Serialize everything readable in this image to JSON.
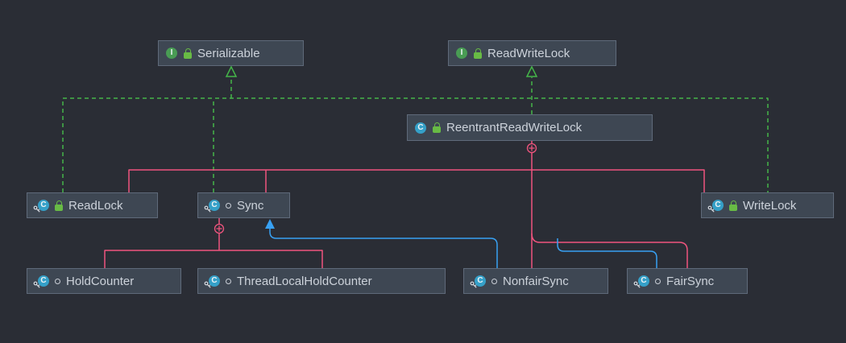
{
  "diagram": {
    "title": "ReentrantReadWriteLock class hierarchy",
    "tool": "UML class diagram",
    "colors": {
      "background": "#2a2d35",
      "node_fill": "#3e4753",
      "node_border": "#5f6a7a",
      "node_text": "#ccd2da",
      "implements_edge": "#44b549",
      "extends_edge": "#38a1f3",
      "inner_class_edge": "#f0547e",
      "class_icon": "#35a0c8",
      "interface_icon": "#499c54",
      "public_lock": "#68bb45"
    }
  },
  "nodes": [
    {
      "label": "Serializable",
      "kind": "interface",
      "visibility": "public",
      "icon": "interface-icon",
      "visibility_icon": "padlock-icon"
    },
    {
      "label": "ReadWriteLock",
      "kind": "interface",
      "visibility": "public",
      "icon": "interface-icon",
      "visibility_icon": "padlock-icon"
    },
    {
      "label": "ReentrantReadWriteLock",
      "kind": "class",
      "visibility": "public",
      "icon": "class-icon",
      "visibility_icon": "padlock-icon"
    },
    {
      "label": "ReadLock",
      "kind": "nested-class",
      "visibility": "public",
      "icon": "class-icon",
      "modifier_icon": "key-icon",
      "visibility_icon": "padlock-icon"
    },
    {
      "label": "Sync",
      "kind": "nested-class",
      "visibility": "package-private",
      "icon": "class-icon",
      "modifier_icon": "key-icon",
      "visibility_icon": "circle-icon"
    },
    {
      "label": "WriteLock",
      "kind": "nested-class",
      "visibility": "public",
      "icon": "class-icon",
      "modifier_icon": "key-icon",
      "visibility_icon": "padlock-icon"
    },
    {
      "label": "HoldCounter",
      "kind": "nested-class",
      "visibility": "package-private",
      "icon": "class-icon",
      "modifier_icon": "key-icon",
      "visibility_icon": "circle-icon"
    },
    {
      "label": "ThreadLocalHoldCounter",
      "kind": "nested-class",
      "visibility": "package-private",
      "icon": "class-icon",
      "modifier_icon": "key-icon",
      "visibility_icon": "circle-icon"
    },
    {
      "label": "NonfairSync",
      "kind": "nested-class",
      "visibility": "package-private",
      "icon": "class-icon",
      "modifier_icon": "key-icon",
      "visibility_icon": "circle-icon"
    },
    {
      "label": "FairSync",
      "kind": "nested-class",
      "visibility": "package-private",
      "icon": "class-icon",
      "modifier_icon": "key-icon",
      "visibility_icon": "circle-icon"
    }
  ],
  "edges": [
    {
      "from": "ReentrantReadWriteLock",
      "to": "ReadWriteLock",
      "type": "implements"
    },
    {
      "from": "ReentrantReadWriteLock",
      "to": "Serializable",
      "type": "implements"
    },
    {
      "from": "ReadLock",
      "to": "Serializable",
      "type": "implements"
    },
    {
      "from": "Sync",
      "to": "Serializable",
      "type": "implements"
    },
    {
      "from": "WriteLock",
      "to": "Serializable",
      "type": "implements"
    },
    {
      "from": "ReentrantReadWriteLock",
      "to": "ReadLock",
      "type": "inner-class"
    },
    {
      "from": "ReentrantReadWriteLock",
      "to": "Sync",
      "type": "inner-class"
    },
    {
      "from": "ReentrantReadWriteLock",
      "to": "WriteLock",
      "type": "inner-class"
    },
    {
      "from": "ReentrantReadWriteLock",
      "to": "NonfairSync",
      "type": "inner-class"
    },
    {
      "from": "ReentrantReadWriteLock",
      "to": "FairSync",
      "type": "inner-class"
    },
    {
      "from": "Sync",
      "to": "HoldCounter",
      "type": "inner-class"
    },
    {
      "from": "Sync",
      "to": "ThreadLocalHoldCounter",
      "type": "inner-class"
    },
    {
      "from": "NonfairSync",
      "to": "Sync",
      "type": "extends"
    },
    {
      "from": "FairSync",
      "to": "Sync",
      "type": "extends"
    }
  ]
}
